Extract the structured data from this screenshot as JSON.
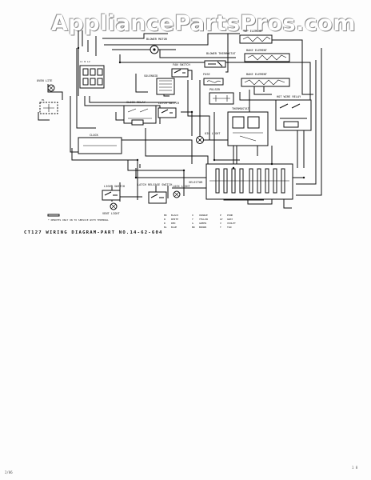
{
  "watermark": "AppliancePartsPros.com",
  "diagram": {
    "caption": "CT127 WIRING DIAGRAM-PART NO.14-62-604",
    "components": [
      {
        "id": "blower_motor",
        "label": "BLOWER MOTOR"
      },
      {
        "id": "blower_thermostat",
        "label": "BLOWER THERMOSTAT"
      },
      {
        "id": "top_element",
        "label": "TOP ELEMENT"
      },
      {
        "id": "bake_element_upper",
        "label": "BAKE ELEMENT"
      },
      {
        "id": "bake_element_lower",
        "label": "BAKE ELEMENT"
      },
      {
        "id": "oven_lite",
        "label": "OVEN LITE"
      },
      {
        "id": "fan_switch",
        "label": "FAN SWITCH"
      },
      {
        "id": "solenoid",
        "label": "SOLENOID"
      },
      {
        "id": "fuse",
        "label": "FUSE"
      },
      {
        "id": "pulser",
        "label": "PULSER"
      },
      {
        "id": "clock_relay",
        "label": "CLOCK RELAY"
      },
      {
        "id": "latch_switch",
        "label": "LATCH SWITCH"
      },
      {
        "id": "thermostat",
        "label": "THERMOSTAT"
      },
      {
        "id": "hot_wire_relay",
        "label": "HOT WIRE RELAY"
      },
      {
        "id": "clock",
        "label": "CLOCK"
      },
      {
        "id": "oil_light",
        "label": "OIL LIGHT"
      },
      {
        "id": "selector",
        "label": "SELECTOR"
      },
      {
        "id": "light_switch",
        "label": "LIGHT SWITCH"
      },
      {
        "id": "latch_release",
        "label": "LATCH RELEASE SWITCH"
      },
      {
        "id": "lock_light",
        "label": "LOCK LIGHT"
      },
      {
        "id": "vent_light",
        "label": "VENT LIGHT"
      }
    ],
    "notes": "* DENOTES ONLY ON TO SERVICE WITH TERMINAL",
    "color_key": [
      {
        "code": "BK",
        "name": "BLACK"
      },
      {
        "code": "W",
        "name": "WHITE"
      },
      {
        "code": "R",
        "name": "RED"
      },
      {
        "code": "BL",
        "name": "BLUE"
      },
      {
        "code": "O",
        "name": "ORANGE"
      },
      {
        "code": "Y",
        "name": "YELLOW"
      },
      {
        "code": "G",
        "name": "GREEN"
      },
      {
        "code": "BR",
        "name": "BROWN"
      },
      {
        "code": "P",
        "name": "PINK"
      },
      {
        "code": "GY",
        "name": "GRAY"
      },
      {
        "code": "V",
        "name": "VIOLET"
      },
      {
        "code": "T",
        "name": "TAN"
      }
    ],
    "corner_mark": "2/06",
    "scan_mark": "1 8"
  }
}
